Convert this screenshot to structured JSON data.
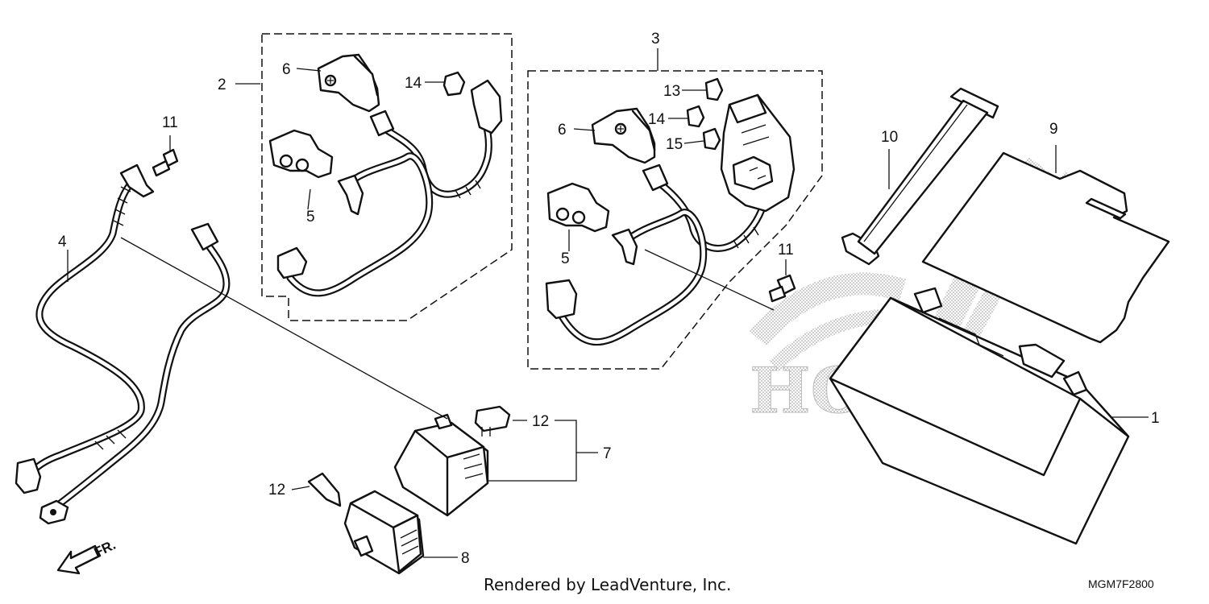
{
  "labels": {
    "p1": "1",
    "p2": "2",
    "p3": "3",
    "p4": "4",
    "p5a": "5",
    "p5b": "5",
    "p6a": "6",
    "p6b": "6",
    "p7": "7",
    "p8": "8",
    "p9": "9",
    "p10": "10",
    "p11a": "11",
    "p11b": "11",
    "p12a": "12",
    "p12b": "12",
    "p13": "13",
    "p14a": "14",
    "p14b": "14",
    "p15": "15"
  },
  "direction": "FR.",
  "credit": "Rendered by LeadVenture, Inc.",
  "diagram_code": "MGM7F2800",
  "watermark": "HONDA",
  "colors": {
    "line": "#111111",
    "background": "#ffffff",
    "watermark": "#bbbbbb"
  }
}
